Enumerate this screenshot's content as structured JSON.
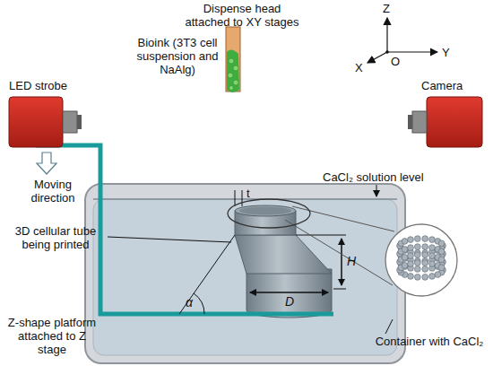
{
  "diagram": {
    "labels": [
      "Dispense head attached to XY stages",
      "Bioink (3T3 cell suspension and NaAlg)",
      "Z",
      "X",
      "Y",
      "O",
      "LED strobe",
      "Camera",
      "t",
      "CaCl₂ solution level",
      "Moving direction",
      "3D cellular tube being printed",
      "H",
      "α",
      "D",
      "Z-shape platform attached to Z stage",
      "Container with CaCl₂"
    ]
  }
}
